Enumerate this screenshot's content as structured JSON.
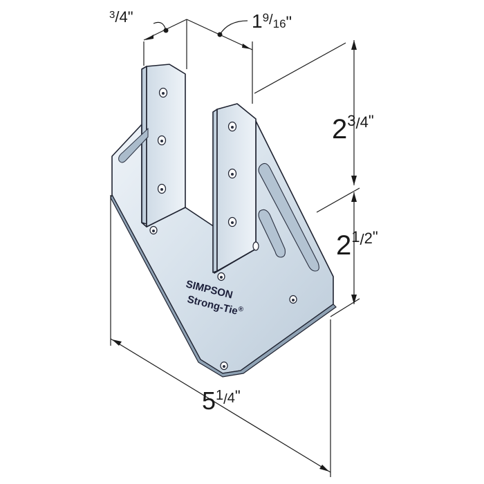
{
  "dimensions": {
    "top_left": {
      "whole": "",
      "num": "3",
      "den": "4",
      "unit": "\""
    },
    "top_right": {
      "whole": "1",
      "num": "9",
      "den": "16",
      "unit": "\""
    },
    "right_upper": {
      "whole": "2",
      "num": "3",
      "den": "4",
      "unit": "\""
    },
    "right_lower": {
      "whole": "2",
      "num": "1",
      "den": "2",
      "unit": "\""
    },
    "bottom": {
      "whole": "5",
      "num": "1",
      "den": "4",
      "unit": "\""
    }
  },
  "brand": {
    "line1": "SIMPSON",
    "line2": "Strong-Tie",
    "mark": "®"
  },
  "colors": {
    "metal_light": "#e9eff5",
    "metal_mid": "#c9d6e2",
    "metal_dark": "#9fb2c4",
    "edge": "#6d8093",
    "ink": "#1a1a1a"
  }
}
